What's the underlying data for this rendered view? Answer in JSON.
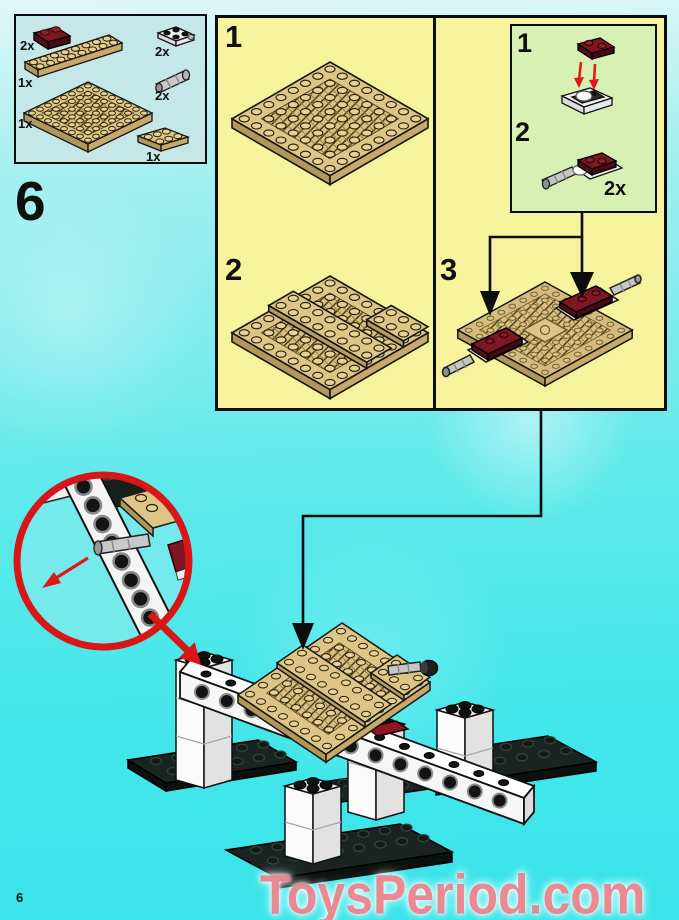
{
  "page": {
    "step_number": "6",
    "page_number": "6",
    "watermark_text": "ToysPeriod.com"
  },
  "colors": {
    "background_top": "#e2f7f7",
    "background_bottom": "#3ae4ea",
    "parts_box_bg": "#c5e7e7",
    "instruction_box_bg": "#f7f29c",
    "callout_box_bg": "#d7f1b4",
    "brick_tan": "#ddc685",
    "brick_dark_red": "#7d1722",
    "arrow_red": "#d81616",
    "watermark_color": "#ea747e"
  },
  "parts_box": {
    "items": [
      {
        "part": "dark-red-plate-1x2",
        "qty": "2x"
      },
      {
        "part": "tan-plate-2x8",
        "qty": "1x"
      },
      {
        "part": "tan-plate-8x8",
        "qty": "1x"
      },
      {
        "part": "white-turntable-2x2",
        "qty": "2x"
      },
      {
        "part": "grey-pin-connector",
        "qty": "2x"
      },
      {
        "part": "tan-plate-2x3",
        "qty": "1x"
      }
    ]
  },
  "instruction_box": {
    "step1_label": "1",
    "step2_label": "2",
    "step3_label": "3"
  },
  "callout_box": {
    "step1_label": "1",
    "step2_label": "2",
    "qty": "2x"
  }
}
